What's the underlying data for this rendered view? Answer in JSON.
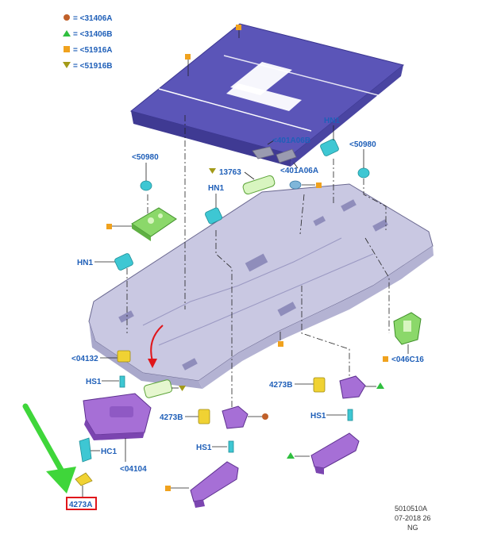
{
  "legend": [
    {
      "marker": "brown-circle",
      "color": "#c0602a",
      "text": "= <31406A"
    },
    {
      "marker": "green-triangle",
      "color": "#2fbf3f",
      "text": "= <31406B"
    },
    {
      "marker": "orange-square",
      "color": "#f0a21e",
      "text": "= <51916A"
    },
    {
      "marker": "olive-triangle-down",
      "color": "#a39a18",
      "text": "= <51916B"
    }
  ],
  "labels": {
    "hn1_top": "HN1",
    "c50980_right": "<50980",
    "c401a06b": "<401A06B",
    "c401a06a": "<401A06A",
    "c13763": "13763",
    "c50980_left": "<50980",
    "hn1_mid": "HN1",
    "hn1_left": "HN1",
    "c04132": "<04132",
    "hs1_left": "HS1",
    "hc1": "HC1",
    "c04104": "<04104",
    "c4273b_mid": "4273B",
    "hs1_mid": "HS1",
    "c4273b_right": "4273B",
    "hs1_right": "HS1",
    "c046c16": "<046C16",
    "c4273a": "4273A"
  },
  "footer": {
    "line1": "5010510A",
    "line2": "07-2018 26",
    "line3": "NG"
  },
  "colors": {
    "label": "#1f5fb8",
    "roof_panel": "#5b55b8",
    "headliner": "#c9c8e2",
    "sun_visor": "#a66fd6",
    "clip_cyan": "#3ec7d3",
    "arrow_green": "#3fd63a",
    "highlight_box": "#e0161b"
  },
  "callouts": {
    "highlighted_part": "4273A"
  }
}
